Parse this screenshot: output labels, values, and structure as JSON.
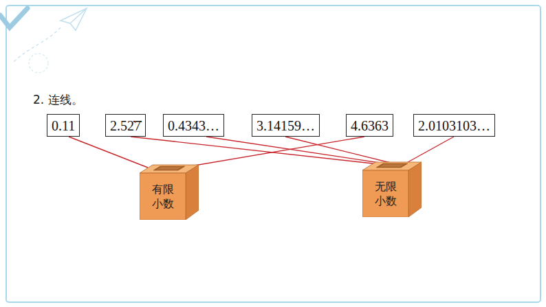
{
  "diagram": {
    "title": "2. 连线。",
    "nodes": [
      {
        "text": [
          "0.11"
        ]
      },
      {
        "text": [
          "2.52̇7̇"
        ]
      },
      {
        "text": [
          "0.4343…"
        ]
      },
      {
        "text": [
          "3.14159…"
        ]
      },
      {
        "text": [
          "4.6363"
        ]
      },
      {
        "text": [
          "2.0103103…"
        ]
      },
      {
        "text": [
          "有限 小数"
        ]
      },
      {
        "text": [
          "无限 小数"
        ]
      }
    ],
    "edges": [
      {
        "from": 0,
        "to": 6,
        "arrow": "none"
      },
      {
        "from": 1,
        "to": 7,
        "arrow": "none"
      },
      {
        "from": 2,
        "to": 7,
        "arrow": "none"
      },
      {
        "from": 3,
        "to": 7,
        "arrow": "none"
      },
      {
        "from": 4,
        "to": 6,
        "arrow": "none"
      },
      {
        "from": 5,
        "to": 7,
        "arrow": "none"
      }
    ]
  }
}
